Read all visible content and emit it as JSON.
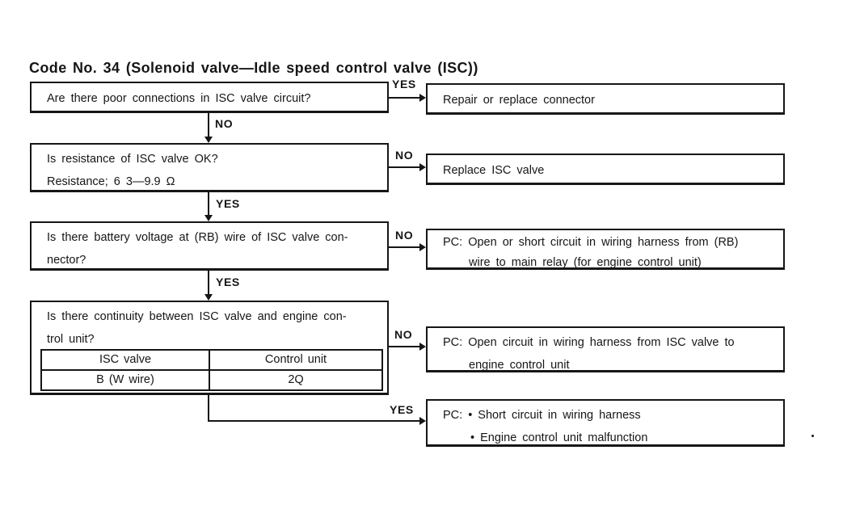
{
  "title": "Code No. 34 (Solenoid valve—Idle speed control valve (ISC))",
  "colors": {
    "ink": "#161616",
    "paper": "#ffffff"
  },
  "questions": [
    {
      "lines": [
        "Are there poor connections in ISC valve circuit?"
      ]
    },
    {
      "lines": [
        "Is resistance of ISC valve OK?",
        "Resistance; 6 3—9.9 Ω"
      ]
    },
    {
      "lines": [
        "Is there battery voltage at (RB) wire of ISC valve con-",
        "nector?"
      ]
    },
    {
      "lines": [
        "Is there continuity between ISC valve and engine con-",
        "trol unit?"
      ],
      "table": {
        "headers": [
          "ISC valve",
          "Control unit"
        ],
        "rows": [
          [
            "B (W wire)",
            "2Q"
          ]
        ]
      }
    }
  ],
  "results": [
    {
      "branch": "YES",
      "lines": [
        "Repair or replace connector",
        ""
      ]
    },
    {
      "branch": "NO",
      "lines": [
        "Replace ISC valve",
        ""
      ]
    },
    {
      "branch": "NO",
      "lines": [
        "PC: Open or short circuit in wiring harness from (RB)",
        "wire to main relay (for engine control unit)"
      ]
    },
    {
      "branch": "NO",
      "lines": [
        "PC: Open circuit in wiring harness from ISC valve to",
        "engine control unit"
      ]
    },
    {
      "branch": "YES",
      "lines": [
        "PC: • Short circuit in wiring harness",
        "• Engine control unit malfunction"
      ]
    }
  ],
  "flow_labels": {
    "down": [
      "NO",
      "YES",
      "YES"
    ]
  }
}
